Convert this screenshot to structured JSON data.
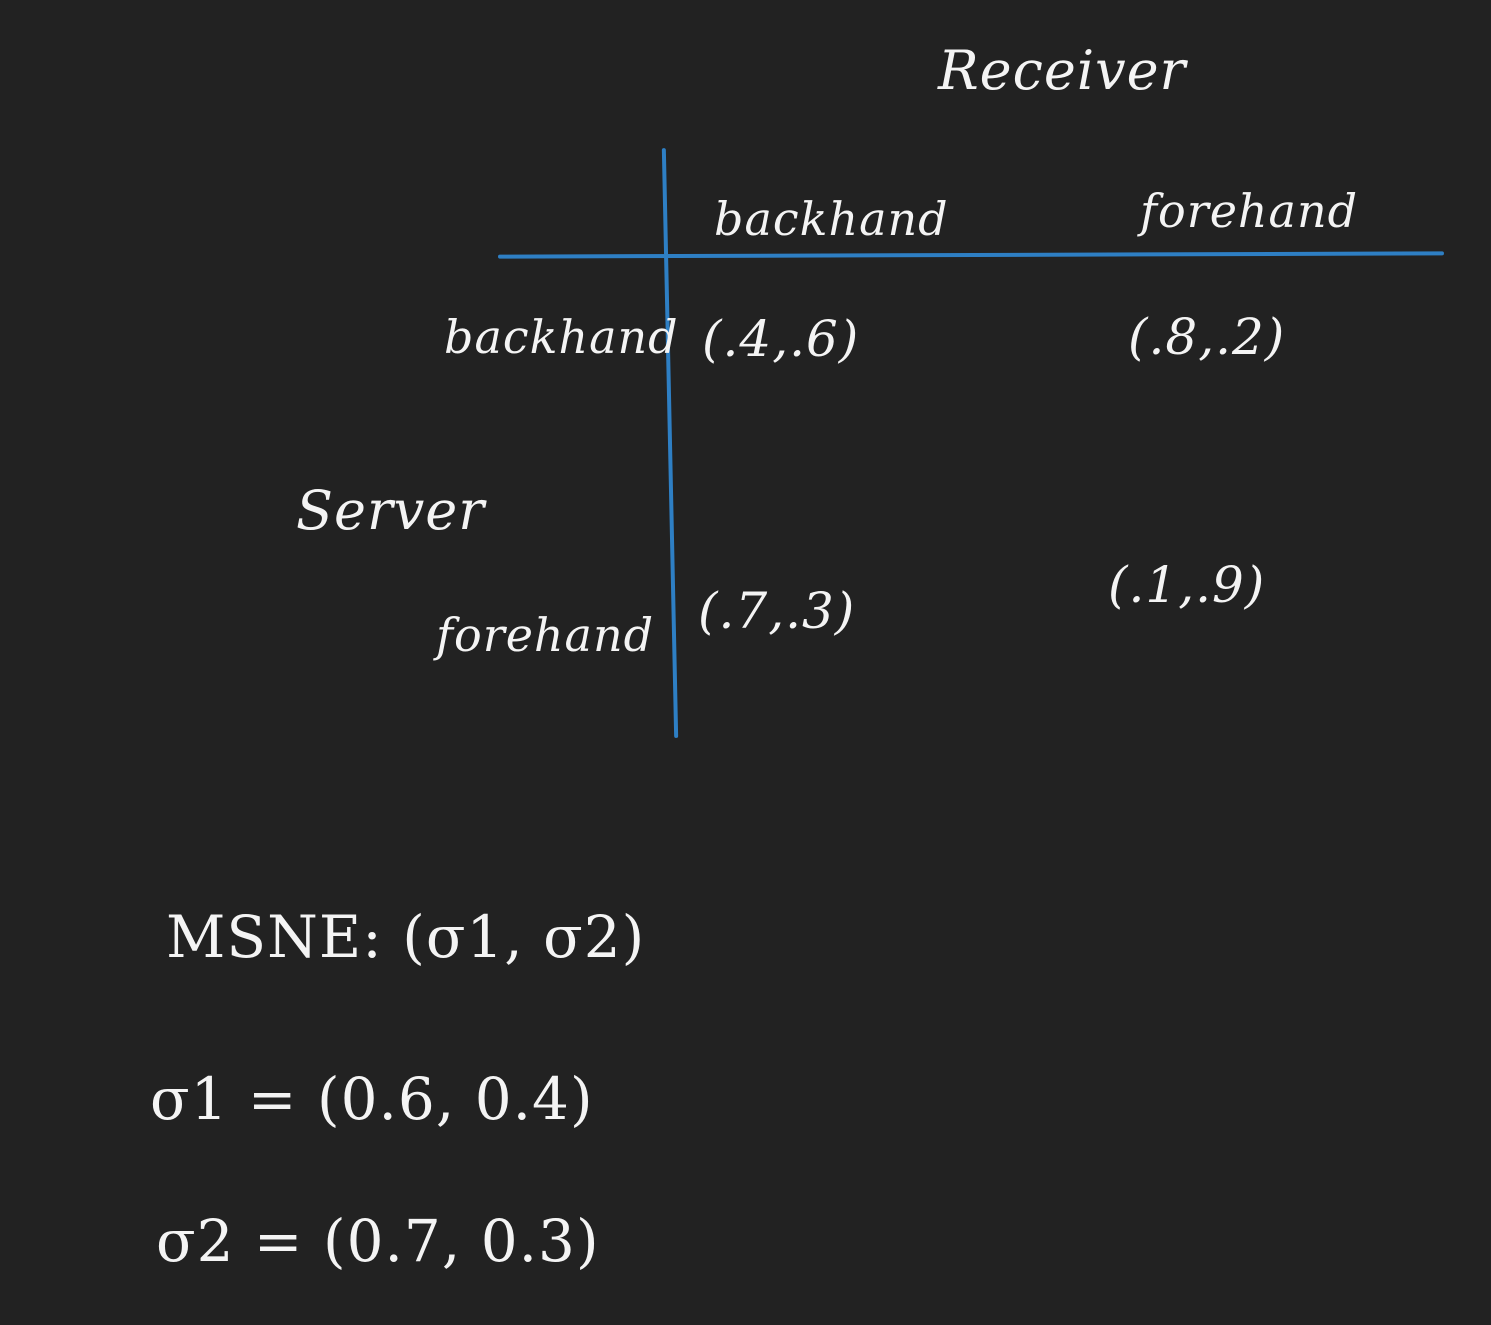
{
  "game": {
    "column_player": "Receiver",
    "row_player": "Server",
    "column_strategies": [
      "backhand",
      "forehand"
    ],
    "row_strategies": [
      "backhand",
      "forehand"
    ],
    "payoffs": [
      [
        "(.4,.6)",
        "(.8,.2)"
      ],
      [
        "(.7,.3)",
        "(.1,.9)"
      ]
    ]
  },
  "equilibrium": {
    "definition": "MSNE: (σ1, σ2)",
    "sigma1": "σ1 = (0.6, 0.4)",
    "sigma2": "σ2 = (0.7, 0.3)"
  },
  "colors": {
    "background": "#222222",
    "ink": "#f4f4f4",
    "grid": "#2e7fc4"
  }
}
